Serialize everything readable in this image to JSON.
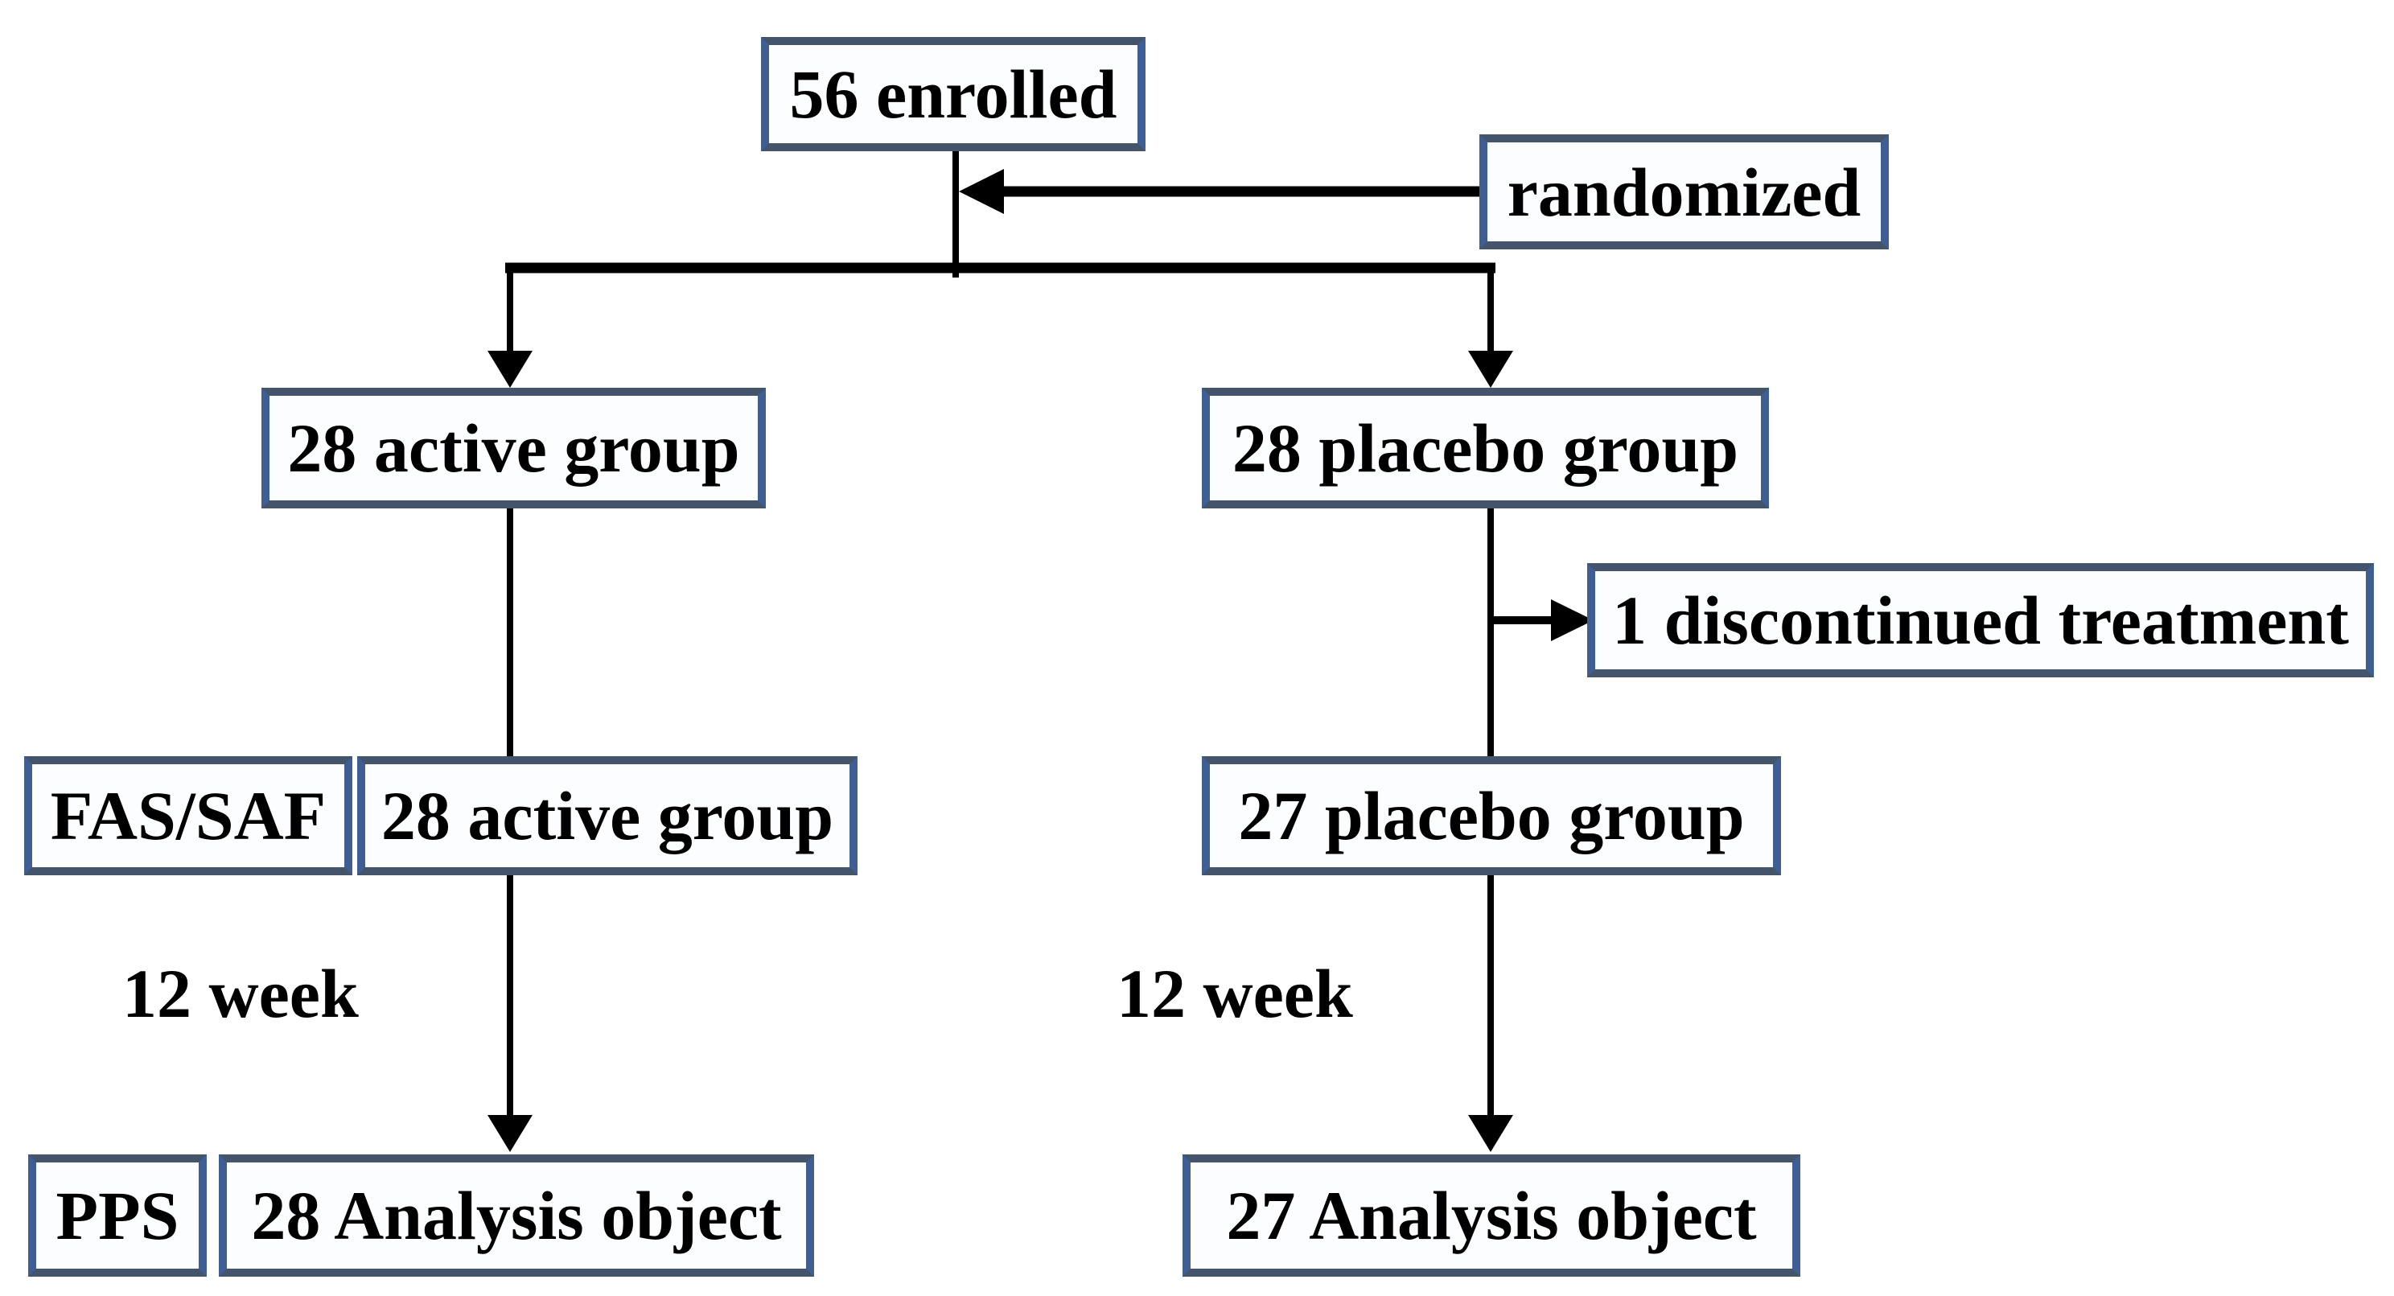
{
  "figure": {
    "type": "flowchart",
    "description": "Randomized trial participant flow diagram",
    "colors": {
      "background": "#ffffff",
      "box_fill": "#fcfdff",
      "box_border_blue": "#3f5f94",
      "box_border_slate": "#44546a",
      "line": "#000000",
      "text": "#000000"
    }
  },
  "nodes": {
    "enrolled": "56 enrolled",
    "randomized": "randomized",
    "active_group_baseline": "28 active group",
    "placebo_group_baseline": "28 placebo group",
    "discontinued": "1 discontinued treatment",
    "fas_saf": "FAS/SAF",
    "active_group_fas": "28 active group",
    "placebo_group_fas": "27 placebo group",
    "week_label_active": "12 week",
    "week_label_placebo": "12 week",
    "pps": "PPS",
    "analysis_active": "28 Analysis object",
    "analysis_placebo": "27 Analysis object"
  }
}
